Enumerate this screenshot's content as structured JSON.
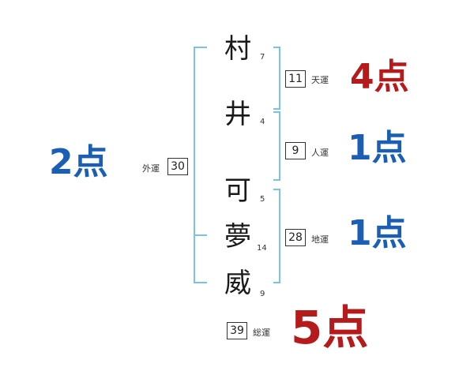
{
  "colors": {
    "bracket": "#79c3e6",
    "good": "#1a5fb4",
    "great": "#b51b1b"
  },
  "characters": [
    {
      "char": "村",
      "strokes": "7"
    },
    {
      "char": "井",
      "strokes": "4"
    },
    {
      "char": "可",
      "strokes": "5"
    },
    {
      "char": "夢",
      "strokes": "14"
    },
    {
      "char": "威",
      "strokes": "9"
    }
  ],
  "fortunes": {
    "tenkaku": {
      "value": "11",
      "label": "天運",
      "score": "4点"
    },
    "jinkaku": {
      "value": "9",
      "label": "人運",
      "score": "1点"
    },
    "chikaku": {
      "value": "28",
      "label": "地運",
      "score": "1点"
    },
    "gaikaku": {
      "value": "30",
      "label": "外運",
      "score": "2点"
    },
    "soukaku": {
      "value": "39",
      "label": "総運",
      "score": "5点"
    }
  }
}
